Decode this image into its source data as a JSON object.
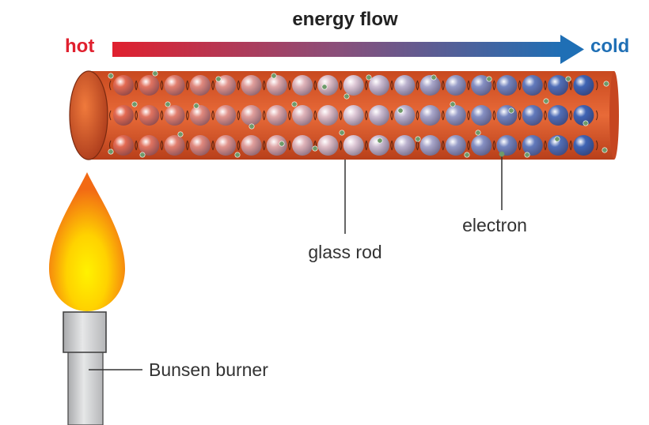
{
  "title": "energy flow",
  "hot_label": "hot",
  "cold_label": "cold",
  "labels": {
    "glass_rod": "glass rod",
    "electron": "electron",
    "burner": "Bunsen burner"
  },
  "colors": {
    "hot": "#e0202e",
    "cold": "#1f6fb5",
    "rod": "#d9552a",
    "atom_hot": "#e36a52",
    "atom_cold": "#3f64b4",
    "electron": "#6f9a6a",
    "flame_outer": "#f07a1a",
    "flame_inner": "#ffe600"
  },
  "atoms": {
    "columns": 19,
    "rows": 3
  },
  "icons": {
    "flame": "flame-icon",
    "burner": "bunsen-burner-icon"
  }
}
